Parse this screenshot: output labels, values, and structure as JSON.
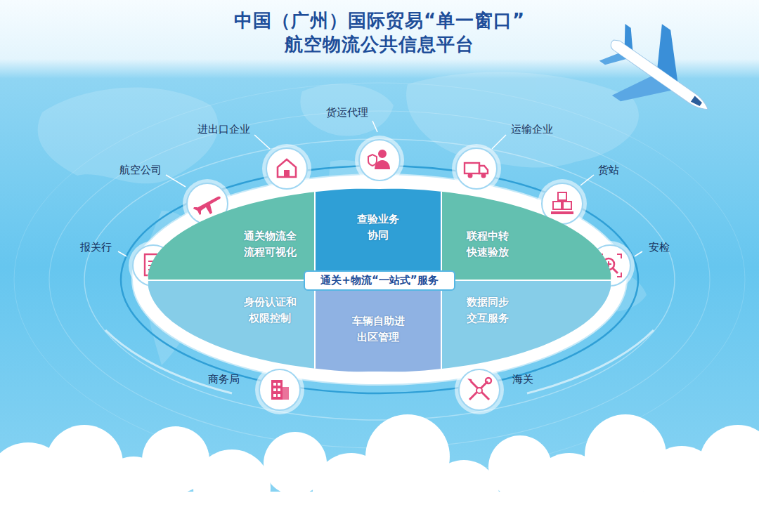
{
  "diagram": {
    "title": "中国（广州）国际贸易“单一窗口” 航空物流公共信息平台",
    "nodes": [
      {
        "text": [
          "进出口企业"
        ]
      },
      {
        "text": [
          "货运代理"
        ]
      },
      {
        "text": [
          "运输企业"
        ]
      },
      {
        "text": [
          "航空公司"
        ]
      },
      {
        "text": [
          "货站"
        ]
      },
      {
        "text": [
          "报关行"
        ]
      },
      {
        "text": [
          "安检"
        ]
      },
      {
        "text": [
          "商务局"
        ]
      },
      {
        "text": [
          "海关"
        ]
      },
      {
        "text": [
          "通关+物流“一站式”服务"
        ]
      },
      {
        "text": [
          "通关物流全流程可视化"
        ],
        "in": 9
      },
      {
        "text": [
          "查验业务协同"
        ],
        "in": 9
      },
      {
        "text": [
          "联程中转快速验放"
        ],
        "in": 9
      },
      {
        "text": [
          "身份认证和权限控制"
        ],
        "in": 9
      },
      {
        "text": [
          "车辆自助进出区管理"
        ],
        "in": 9
      },
      {
        "text": [
          "数据同步交互服务"
        ],
        "in": 9
      }
    ]
  }
}
